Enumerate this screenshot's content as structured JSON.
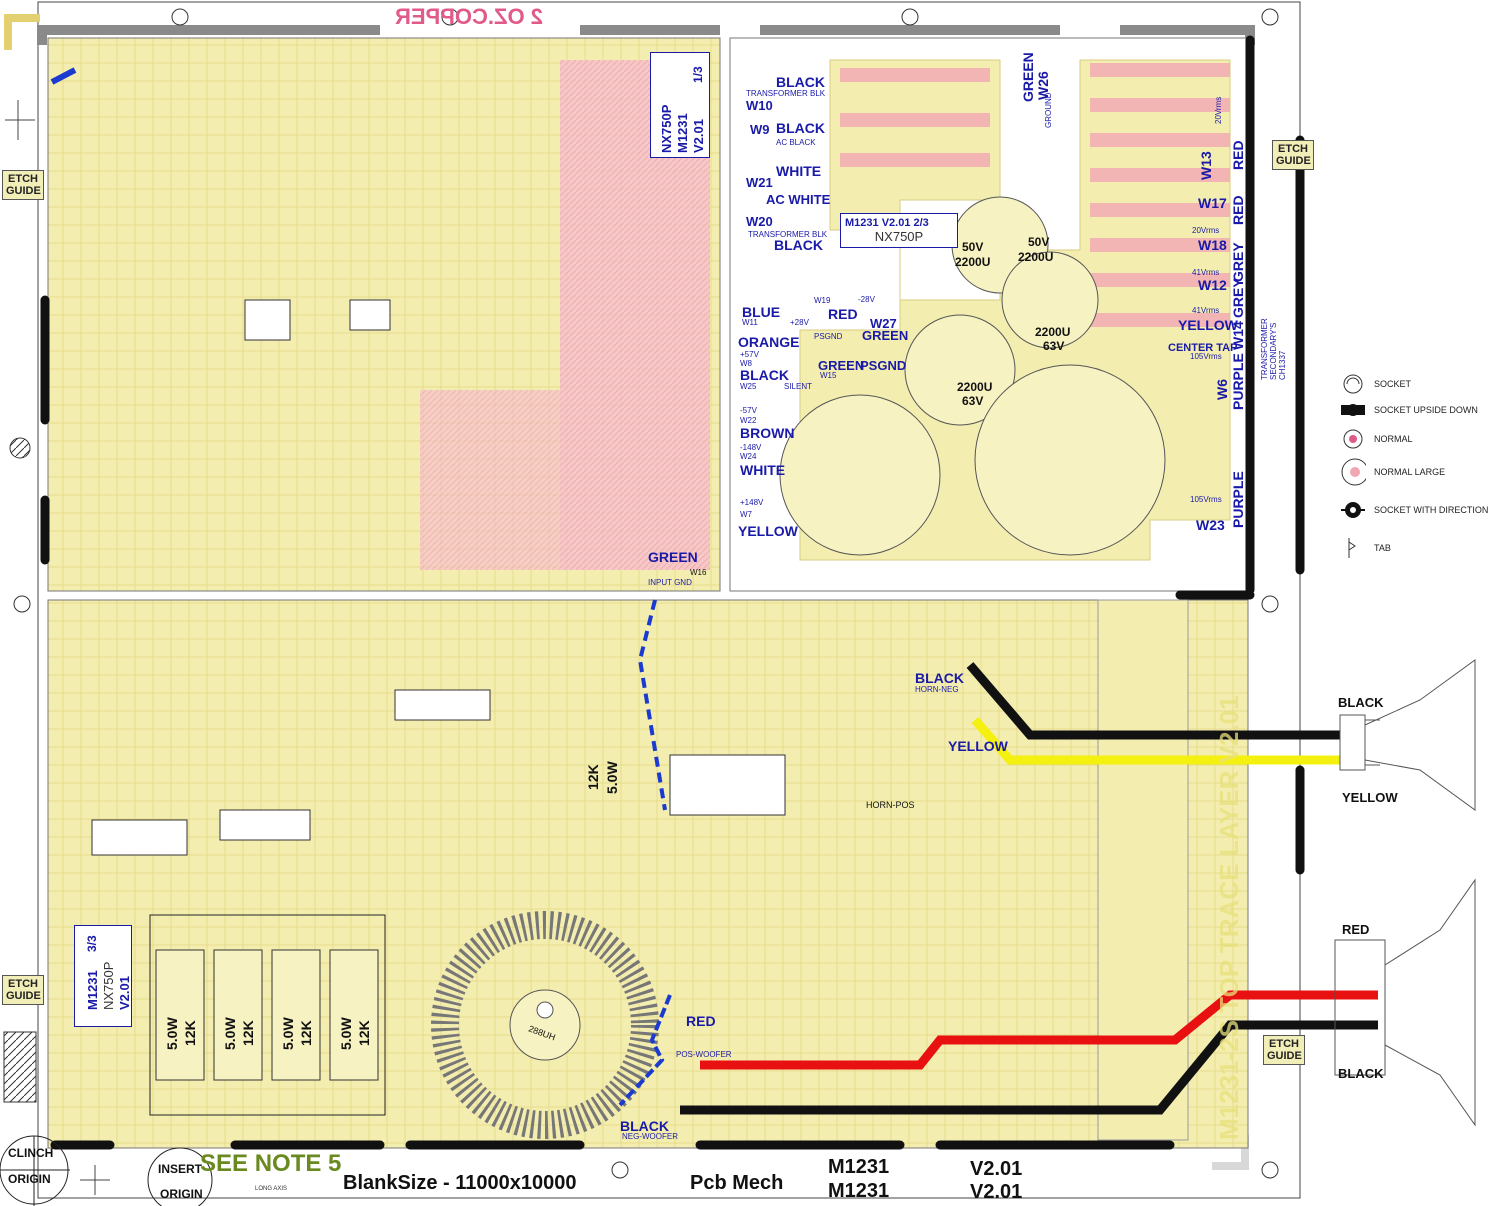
{
  "header": {
    "copper_label": "2 OZ.COPPER"
  },
  "etch_guides": [
    "ETCH GUIDE",
    "ETCH GUIDE",
    "ETCH GUIDE",
    "ETCH GUIDE"
  ],
  "board_ids": {
    "amp_top": {
      "line1": "NX750P",
      "line2": "M1231",
      "line3": "V2.01",
      "sheet": "1/3"
    },
    "psu_box": {
      "line1": "M1231 V2.01 2/3",
      "line2": "NX750P"
    },
    "bottom_box": {
      "line1": "M1231",
      "line2": "3/3",
      "line3": "NX750P",
      "line4": "V2.01"
    }
  },
  "wires_left": [
    {
      "name": "BLACK",
      "sub": "TRANSFORMER BLK",
      "id": "W10"
    },
    {
      "name": "BLACK",
      "sub": "AC BLACK",
      "id": "W9"
    },
    {
      "name": "WHITE",
      "sub": "AC WHITE",
      "id": "W21"
    },
    {
      "name": "BLACK",
      "sub": "TRANSFORMER BLK",
      "id": "W20"
    }
  ],
  "wires_psu_left": [
    {
      "name": "BLUE",
      "id": "W11",
      "v": "+28V"
    },
    {
      "name": "ORANGE",
      "id": "W8",
      "v": "+57V"
    },
    {
      "name": "BLACK",
      "id": "W25",
      "v": "SILENT"
    },
    {
      "name": "BROWN",
      "id": "W22",
      "v": "-57V"
    },
    {
      "name": "WHITE",
      "id": "W24",
      "v": "-148V"
    },
    {
      "name": "YELLOW",
      "id": "W7",
      "v": "+148V"
    }
  ],
  "wires_psu_mid": [
    {
      "name": "RED",
      "id": "W19",
      "v": "-28V"
    },
    {
      "name": "GREEN",
      "id": "W15",
      "v": "PSGND"
    },
    {
      "name": "GREEN",
      "id": "W27",
      "v": "PSGND"
    }
  ],
  "wires_right": [
    {
      "name": "GREEN",
      "id": "W26",
      "v": "GROUND"
    },
    {
      "name": "RED",
      "id": "W13",
      "v": "20Vrms"
    },
    {
      "name": "RED",
      "id": "W17",
      "v": "20Vrms"
    },
    {
      "name": "GREY",
      "id": "W18",
      "v": "41Vrms"
    },
    {
      "name": "GREY",
      "id": "W12",
      "v": "41Vrms"
    },
    {
      "name": "YELLOW",
      "id": "W14",
      "v": "CENTER TAP"
    },
    {
      "name": "PURPLE",
      "id": "W6",
      "v": "105Vrms"
    },
    {
      "name": "PURPLE",
      "id": "W23",
      "v": "105Vrms"
    }
  ],
  "transformer_note": {
    "line1": "TRANSFORMER",
    "line2": "SECONDARY'S",
    "line3": "CH1337"
  },
  "caps": [
    {
      "v": "50V",
      "c": "2200U"
    },
    {
      "v": "50V",
      "c": "2200U"
    },
    {
      "v": "2200U",
      "c": "63V"
    },
    {
      "v": "2200U",
      "c": "63V"
    }
  ],
  "legend": [
    {
      "icon": "socket-icon",
      "label": "SOCKET"
    },
    {
      "icon": "socket-upside-down-icon",
      "label": "SOCKET UPSIDE DOWN"
    },
    {
      "icon": "normal-pad-icon",
      "label": "NORMAL"
    },
    {
      "icon": "normal-large-pad-icon",
      "label": "NORMAL LARGE"
    },
    {
      "icon": "socket-with-direction-icon",
      "label": "SOCKET WITH DIRECTION"
    },
    {
      "icon": "tab-icon",
      "label": "TAB"
    }
  ],
  "horn_labels": {
    "black": "BLACK",
    "yellow": "YELLOW",
    "horn_neg": "HORN-NEG",
    "horn_pos": "HORN-POS"
  },
  "woofer_labels": {
    "red": "RED",
    "black": "BLACK",
    "pos": "POS-WOOFER",
    "neg": "NEG-WOOFER",
    "inductor": "288UH"
  },
  "driver_labels": {
    "red": "RED",
    "black": "BLACK"
  },
  "input": {
    "label": "GREEN",
    "sub": "INPUT GND",
    "id": "W16"
  },
  "resistors": [
    {
      "w": "5.0W",
      "r": "12K"
    },
    {
      "w": "5.0W",
      "r": "12K"
    },
    {
      "w": "5.0W",
      "r": "12K"
    },
    {
      "w": "5.0W",
      "r": "12K"
    }
  ],
  "mid_resistor": {
    "r": "12K",
    "w": "5.0W"
  },
  "layer_text": "M1231-2S TOP TRACE LAYER V2.01",
  "footer": {
    "see_note": "SEE NOTE 5",
    "clinch": "CLINCH",
    "origin": "ORIGIN",
    "insert": "INSERT",
    "insert_origin": "ORIGIN",
    "long_axis": "LONG AXIS",
    "blank_size": "BlankSize - 11000x10000",
    "pcb_mech": "Pcb Mech",
    "model1": "M1231",
    "model2": "M1231",
    "ver1": "V2.01",
    "ver2": "V2.01"
  },
  "colors": {
    "board_fill": "#f3eeb0",
    "copper_pink": "#f2a6b4",
    "trace_green": "#4aa84a",
    "frame_grey": "#8a8a8a",
    "wire_black": "#111111",
    "wire_red": "#e81010",
    "wire_yellow": "#f4f010",
    "wire_blue": "#1a3ad0"
  }
}
